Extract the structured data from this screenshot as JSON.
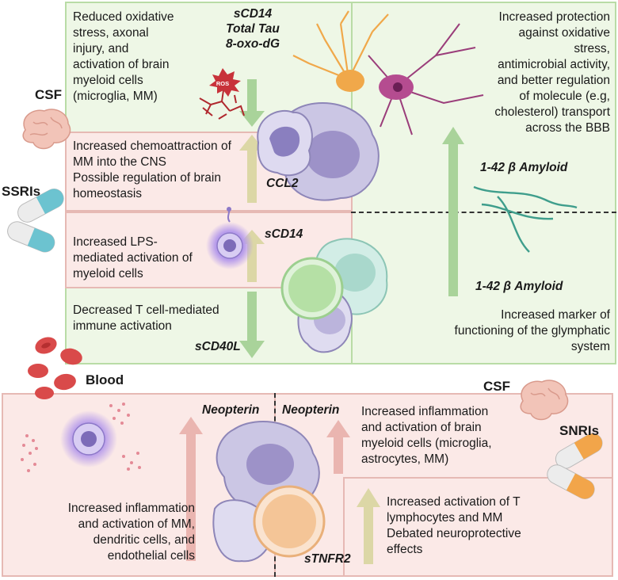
{
  "csf_top": {
    "region_label": "CSF",
    "p1_text": [
      "Reduced oxidative",
      "stress, axonal",
      "injury, and",
      "activation of brain",
      "myeloid cells",
      "(microglia, MM)"
    ],
    "p1_markers": [
      "sCD14",
      "Total Tau",
      "8-oxo-dG"
    ],
    "ros_label": "ROS",
    "p2_text": [
      "Increased chemoattraction of",
      "MM into the CNS",
      "Possible regulation of brain",
      "homeostasis"
    ],
    "p2_marker": "CCL2",
    "p3_text": [
      "Increased LPS-",
      "mediated activation of",
      "myeloid cells"
    ],
    "p3_marker": "sCD14",
    "p4_text": [
      "Decreased T cell-mediated",
      "immune activation"
    ],
    "p4_marker": "sCD40L",
    "right_text_top": [
      "Increased protection",
      "against oxidative",
      "stress,",
      "antimicrobial activity,",
      "and better regulation",
      "of molecule (e.g,",
      "cholesterol) transport",
      "across the BBB"
    ],
    "amyloid_top": "1-42 β Amyloid",
    "amyloid_bottom": "1-42 β  Amyloid",
    "right_text_bottom": [
      "Increased marker of",
      "functioning of the glymphatic",
      "system"
    ]
  },
  "drug_top": "SSRIs",
  "blood": {
    "region_label": "Blood",
    "text": [
      "Increased inflammation",
      "and activation of MM,",
      "dendritic cells, and",
      "endothelial cells"
    ],
    "marker": "Neopterin"
  },
  "csf_bottom": {
    "region_label": "CSF",
    "marker1": "Neopterin",
    "text1": [
      "Increased inflammation",
      "and activation of brain",
      "myeloid cells (microglia,",
      "astrocytes, MM)"
    ],
    "marker2": "sTNFR2",
    "text2": [
      "Increased activation of T",
      "lymphocytes and MM",
      "Debated neuroprotective",
      "effects"
    ]
  },
  "drug_bottom": "SNRIs",
  "colors": {
    "green_fill": "#eef7e6",
    "green_border": "#b9dca6",
    "pink_fill": "#fbe9e7",
    "pink_border": "#e6b9b4",
    "arrow_green": "#a9d39a",
    "arrow_tan": "#dcd7a6",
    "arrow_pink": "#eab5b0"
  }
}
